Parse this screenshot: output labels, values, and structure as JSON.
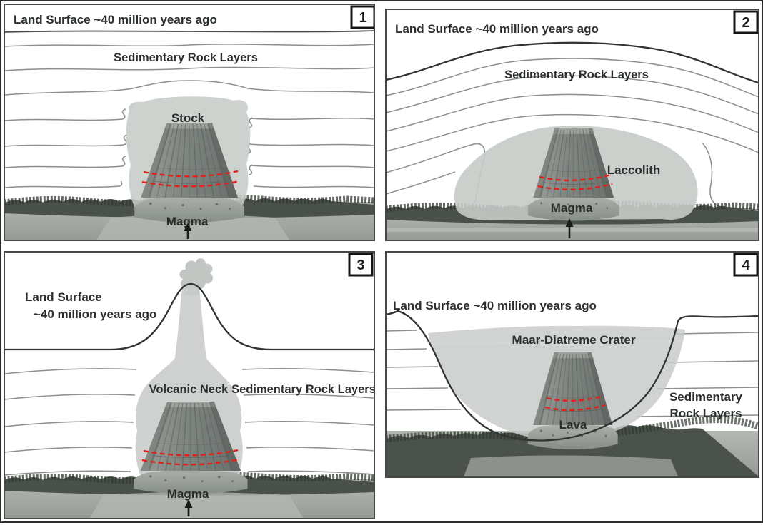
{
  "figure": {
    "panels": [
      {
        "number": "1",
        "header": "Land Surface ~40 million years ago",
        "layers_label": "Sedimentary Rock Layers",
        "body_label": "Stock",
        "source_label": "Magma"
      },
      {
        "number": "2",
        "header": "Land Surface ~40 million years ago",
        "layers_label": "Sedimentary Rock Layers",
        "body_label": "Laccolith",
        "source_label": "Magma"
      },
      {
        "number": "3",
        "header_line1": "Land Surface",
        "header_line2": "~40 million years ago",
        "body_label": "Volcanic Neck",
        "layers_label": "Sedimentary Rock Layers",
        "source_label": "Magma"
      },
      {
        "number": "4",
        "header": "Land Surface ~40 million years ago",
        "body_label": "Maar-Diatreme Crater",
        "layers_label_line1": "Sedimentary",
        "layers_label_line2": "Rock Layers",
        "source_label": "Lava"
      }
    ],
    "colors": {
      "intrusion_gray": "#c7cbc8",
      "red_dashes": "#e4201b",
      "layer_line_gray": "#8b908d",
      "surface_line_dark": "#2f3431",
      "text_dark": "#2b2f2c"
    }
  }
}
